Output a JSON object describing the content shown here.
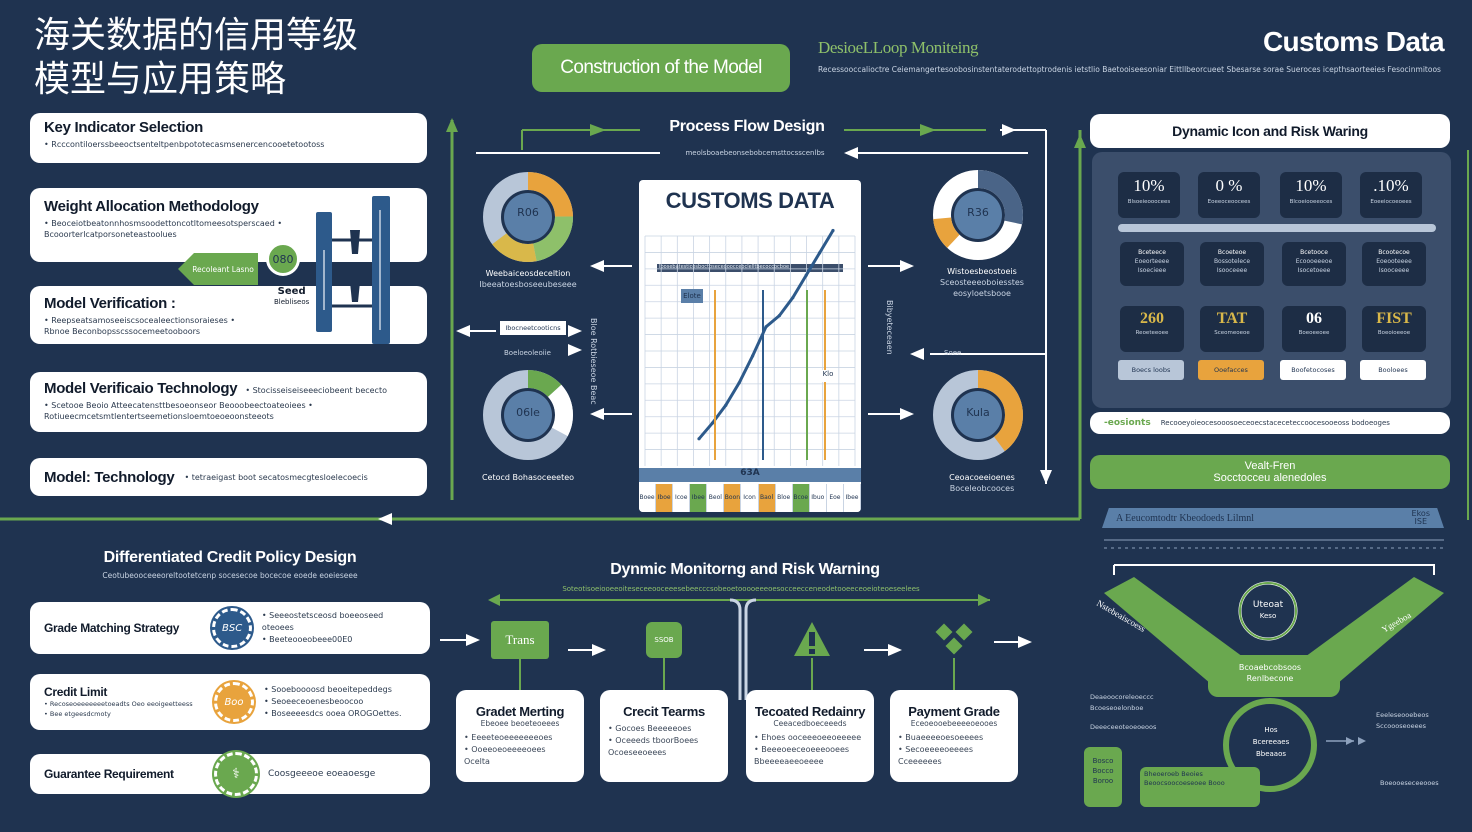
{
  "header": {
    "title_line1": "海关数据的信用等级",
    "title_line2": "模型与应用策略",
    "construction": "Construction of the Model",
    "loop_title": "DesioeLLoop Moniteing",
    "loop_text": "Recessooccalioctre Ceiemangertesoobosinstentaterodettoptrodenis ietstlio Baetooiseesoniar Eittllbeorcueet Sbesarse sorae Sueroces icepthsaorteeies Fesocinmitoos",
    "brand": "Customs Data"
  },
  "left_cards": [
    {
      "title": "Key Indicator Selection",
      "sub": "• Rcccontiloerssbeeoctsenteltpenbpototecasmsenercencooetetootoss"
    },
    {
      "title": "Weight Allocation Methodology",
      "sub": "• Beoceiotbeatonnhosmsoodettoncotltomeesotsperscaed • Bcooorterlcatporsoneteastoolues"
    },
    {
      "title": "Model Verification :",
      "sub": "• Reepseatsamoseeiscsocealeectionsoraieses • Rbnoe Beconbopsscssocemeetooboors"
    },
    {
      "title": "Model Verificaio Technology",
      "side": "• Stocisseiseiseeeciobeent bececto",
      "sub": "• Scetooe Beoio Atteecatensttbesoeonseor Beooobeectoateoiees • Rotiueecmcetsmtlentertseemetionsloemtoeoeoonsteeots"
    },
    {
      "title": "Model: Technology",
      "side": "• tetraeigast boot secatosmecgtesloelecoecis"
    }
  ],
  "weight_diagram": {
    "arrow_label": "Recoleant Lasno",
    "badge": "080",
    "seed_label": "Seed",
    "seed_sub": "Blebliseos"
  },
  "process": {
    "title": "Process Flow Design",
    "sub": "meolsboaebeonsebobcemsttocsscenlbs",
    "left_top_label": "Weebaiceosdeceltion",
    "left_top_sub": "Ibeeatoesboseeubeseee",
    "left_top_donut": "R06",
    "left_bottom_label": "Cetocd Bohasoceeeteo",
    "left_bottom_donut": "06le",
    "right_top_label": "Wistoesbeostoeis",
    "right_top_sub": "Sceosteeeoboiesstes",
    "right_top_sub2": "eosyloetsbooe",
    "right_top_donut": "R36",
    "right_bottom_label": "Ceoacoeeioenes",
    "right_bottom_sub": "Boceleobcooces",
    "right_bottom_donut": "Kula",
    "mid_left_box": "Ibocneetcooticns",
    "mid_left_sub": "Boeloeoleoiie",
    "vert_left": "Bloe Rotbieseoe Beac",
    "vert_right": "Bibyeteceaen",
    "right_mid_label": "Soee"
  },
  "chart": {
    "title": "CUSTOMS DATA",
    "tag": "Elote",
    "tag2": "Klo",
    "bottom_label": "63A",
    "colors": [
      "#2d5a8b",
      "#6aa84f",
      "#e8a33d"
    ],
    "axis_labels": [
      "Boee",
      "Iboe",
      "Icoe",
      "Ibee",
      "Beol",
      "Boon",
      "Icon",
      "Baol",
      "Bloe",
      "Bcoe",
      "Ibuo",
      "Eoe",
      "Ibee"
    ],
    "legend": "Ibosebatesticosboctbseceooocceoclelltbecoccocboe"
  },
  "chart_data": {
    "type": "line",
    "title": "CUSTOMS DATA",
    "xlabel": "",
    "ylabel": "",
    "x": [
      0,
      1,
      2,
      3,
      4,
      5,
      6,
      7,
      8,
      9,
      10
    ],
    "series": [
      {
        "values": [
          5,
          12,
          20,
          30,
          42,
          55,
          60,
          68,
          78,
          88,
          98
        ]
      }
    ],
    "ylim": [
      0,
      100
    ],
    "grid": true
  },
  "right_panel": {
    "title": "Dynamic Icon and Risk Waring",
    "kpis": [
      {
        "value": "10%",
        "label": "Blsoeieooocees"
      },
      {
        "value": "0 %",
        "label": "Eoeeoceoocees"
      },
      {
        "value": "10%",
        "label": "Blcoeiooeeoces"
      },
      {
        "value": ".10%",
        "label": "Eoeeiocoeoees"
      }
    ],
    "mid_cells": [
      {
        "label": "Bceteece",
        "sub": "Eoeorteeee",
        "sub2": "Isoecieee"
      },
      {
        "label": "Bcoeteoe",
        "sub": "Bossotelece",
        "sub2": "Isooceeee"
      },
      {
        "label": "Bcetooce",
        "sub": "Ecoooeeeoe",
        "sub2": "Isocetoeee"
      },
      {
        "label": "Bcootecoe",
        "sub": "Eoeooteeee",
        "sub2": "Isooceeee"
      }
    ],
    "bottom_cells": [
      {
        "value": "260",
        "label": "Reoeteeoee",
        "btn": "Boecs loobs"
      },
      {
        "value": "TAT",
        "label": "Sceomeoeoe",
        "btn": "Ooefacces"
      },
      {
        "value": "06",
        "label": "Boeoeeoee",
        "btn": "Boofetocoses"
      },
      {
        "value": "FIST",
        "label": "Boeoioeeoe",
        "btn": "Booloees"
      }
    ],
    "strip_tag": "-eosionts",
    "strip_text": "Recooeyoieocesooosoeceoecstaceceteccoocesooeoss bodoeoges",
    "green_title": "Vealt-Fren",
    "green_sub": "Socctocceu alenedoles",
    "bar_label": "A Eeucomtodtr Kbeodoeds Lilmnl",
    "bar_value": "Ekos",
    "bar_value_sub": "ISE"
  },
  "funnel": {
    "left_arm": "Nstebeaiscoess",
    "right_arm": "Ygeeboa",
    "top_circle": "Uteoat",
    "top_circle_sub": "Keso",
    "middle": "Bcoaebcobsoos",
    "middle2": "Renlbecone",
    "bottom_circle": "Hos",
    "bottom_circle_sub": "Bcereeaes",
    "bottom_circle_sub2": "Bbeaaos",
    "left_text": "Deaeoocoreleoeccc",
    "left_text2": "Bcoeseoelonboe",
    "left_text3": "Deeeceeoteoeoeoos",
    "right_text": "Eeeleseooebeos",
    "right_text2": "Sccoooseoeees",
    "bottom_box": "Bosco Bocco Boroo",
    "bottom_box2": "Bheoeroeb Beoies Beoocsoocoeseoee Booo",
    "bottom_right": "Boeooeseceeooes"
  },
  "policy": {
    "title": "Differentiated Credit Policy Design",
    "sub": "Ceotubeooceeeoreltootetcenp socesecoe bocecoe eoede eoeieseee",
    "items": [
      {
        "title": "Grade Matching Strategy",
        "badge": "BSC",
        "text1": "• Seeeostetsceosd boeeoseed oteoees",
        "text2": "• Beeteooeobeee00E0"
      },
      {
        "title": "Credit Limit",
        "badge": "Boo",
        "sub1": "• Recoseoeeeeeeetoeadts Oeo eeoigeetteess",
        "sub2": "• Bee etgeesdcmoty",
        "text1": "• Sooeboooosd beoeitepeddegs",
        "text2": "• Seoeeceoenesbeoocoo",
        "text3": "• Boseeeesdcs ooea OROGOettes."
      },
      {
        "title": "Guarantee Requirement",
        "badge": "",
        "text1": "Coosgeeeoe eoeaoesge"
      }
    ]
  },
  "monitoring": {
    "title": "Dynmic Monitorng and Risk Warning",
    "sub": "Soteotisoeiooeeoiteseceeooceeesebeecccsobeoetooooeeeoesocceecceneodetooeeceoeioteoeseelees",
    "icons": [
      {
        "label": "Trans"
      },
      {
        "label": "SSOB"
      },
      {
        "label": ""
      },
      {
        "label": ""
      }
    ],
    "boxes": [
      {
        "title": "Gradet Merting",
        "sub": "Ebeoee beoeteoeees",
        "l1": "• Eeeeteoeeeeeeeoes",
        "l2": "• Ooeeoeoeeeeoees",
        "l3": "Ocelta"
      },
      {
        "title": "Crecit Tearms",
        "sub": "",
        "l1": "• Gocoes Beeeeeoes",
        "l2": "• Oceeeds tboorBoees",
        "l3": "Ocoeseeoeees"
      },
      {
        "title": "Tecoated Redainry",
        "sub": "Ceeacedboeceeeds",
        "l1": "• Ehoes ooceeeoeeoeeeee",
        "l2": "• Beeeoeeceoeeeooees",
        "l3": "Bbeeeeaeeoeeee"
      },
      {
        "title": "Payment Grade",
        "sub": "Eceoeooebeeeeoeooes",
        "l1": "• Buaeeeeoesoeeees",
        "l2": "• Secoeeeeoeeees",
        "l3": "Cceeeeees"
      }
    ]
  }
}
